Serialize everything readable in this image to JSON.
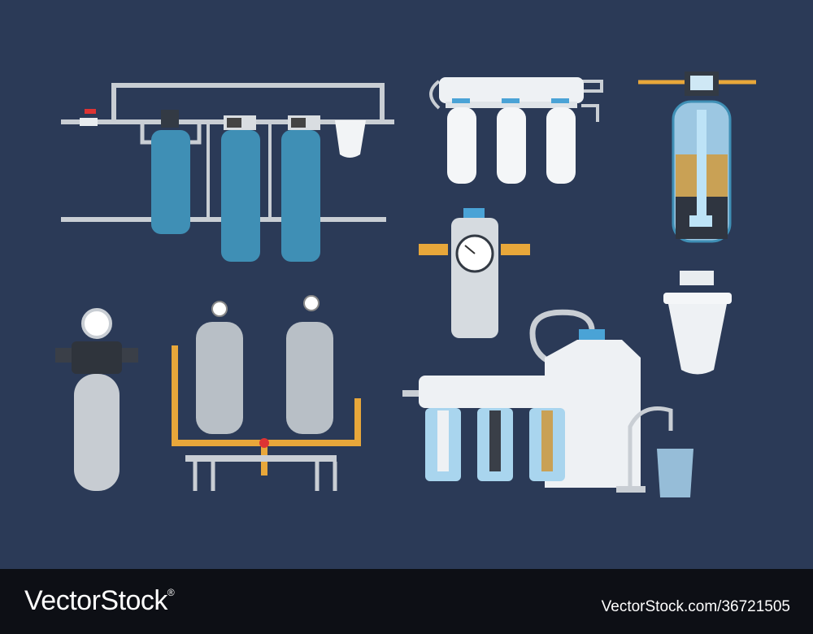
{
  "colors": {
    "background": "#2b3a57",
    "footer": "#0d0f15",
    "blue_tank": "#3f8fb5",
    "steel": "#b8bfc6",
    "brass": "#e8a73a",
    "water": "#a9d5ee"
  },
  "illustrations": [
    "water-softener-line-with-three-tanks",
    "under-sink-three-stage-filter",
    "ion-exchange-softener-tank",
    "housing-filter-with-pressure-gauge",
    "jug-filter-cartridge",
    "big-blue-filter-housing-with-gauge",
    "twin-steel-pressure-vessels",
    "reverse-osmosis-system-with-faucet-and-glass"
  ],
  "footer": {
    "brand": "VectorStock",
    "registered": "®",
    "reference": "VectorStock.com/36721505"
  }
}
